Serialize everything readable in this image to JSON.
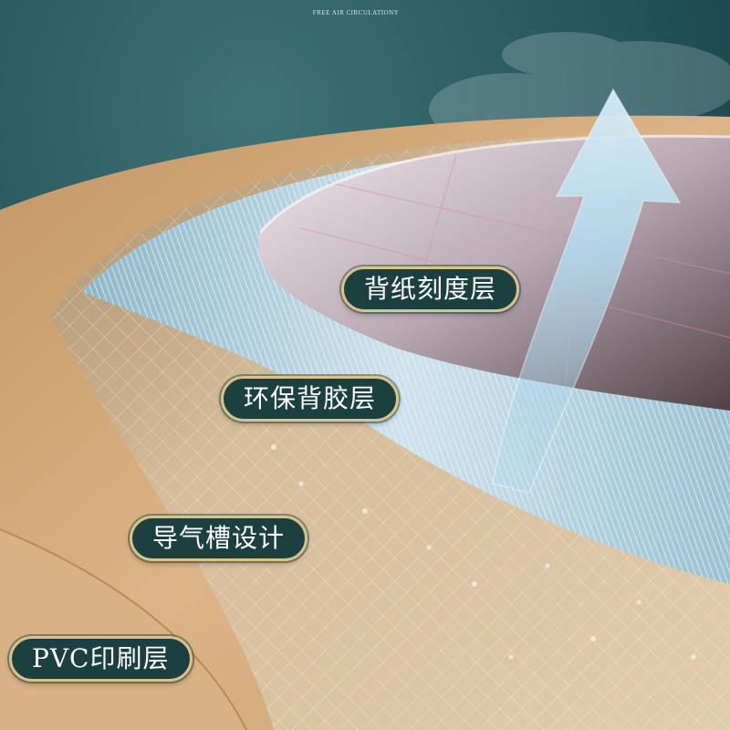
{
  "caption": "FREE AIR CIRCULATIONY",
  "labels": [
    "背纸刻度层",
    "环保背胶层",
    "导气槽设计",
    "PVC印刷层"
  ],
  "colors": {
    "background": "#1d4a4f",
    "wood": "#d2a97a",
    "backing": "#cbb190",
    "fiber": "#a9c9d8",
    "arrow": "#a6d2ea",
    "pill_fill": "#1c3f40",
    "pill_border": "#d8c38a",
    "pill_text": "#ffffff"
  },
  "icons": [
    "up-arrow-icon"
  ]
}
